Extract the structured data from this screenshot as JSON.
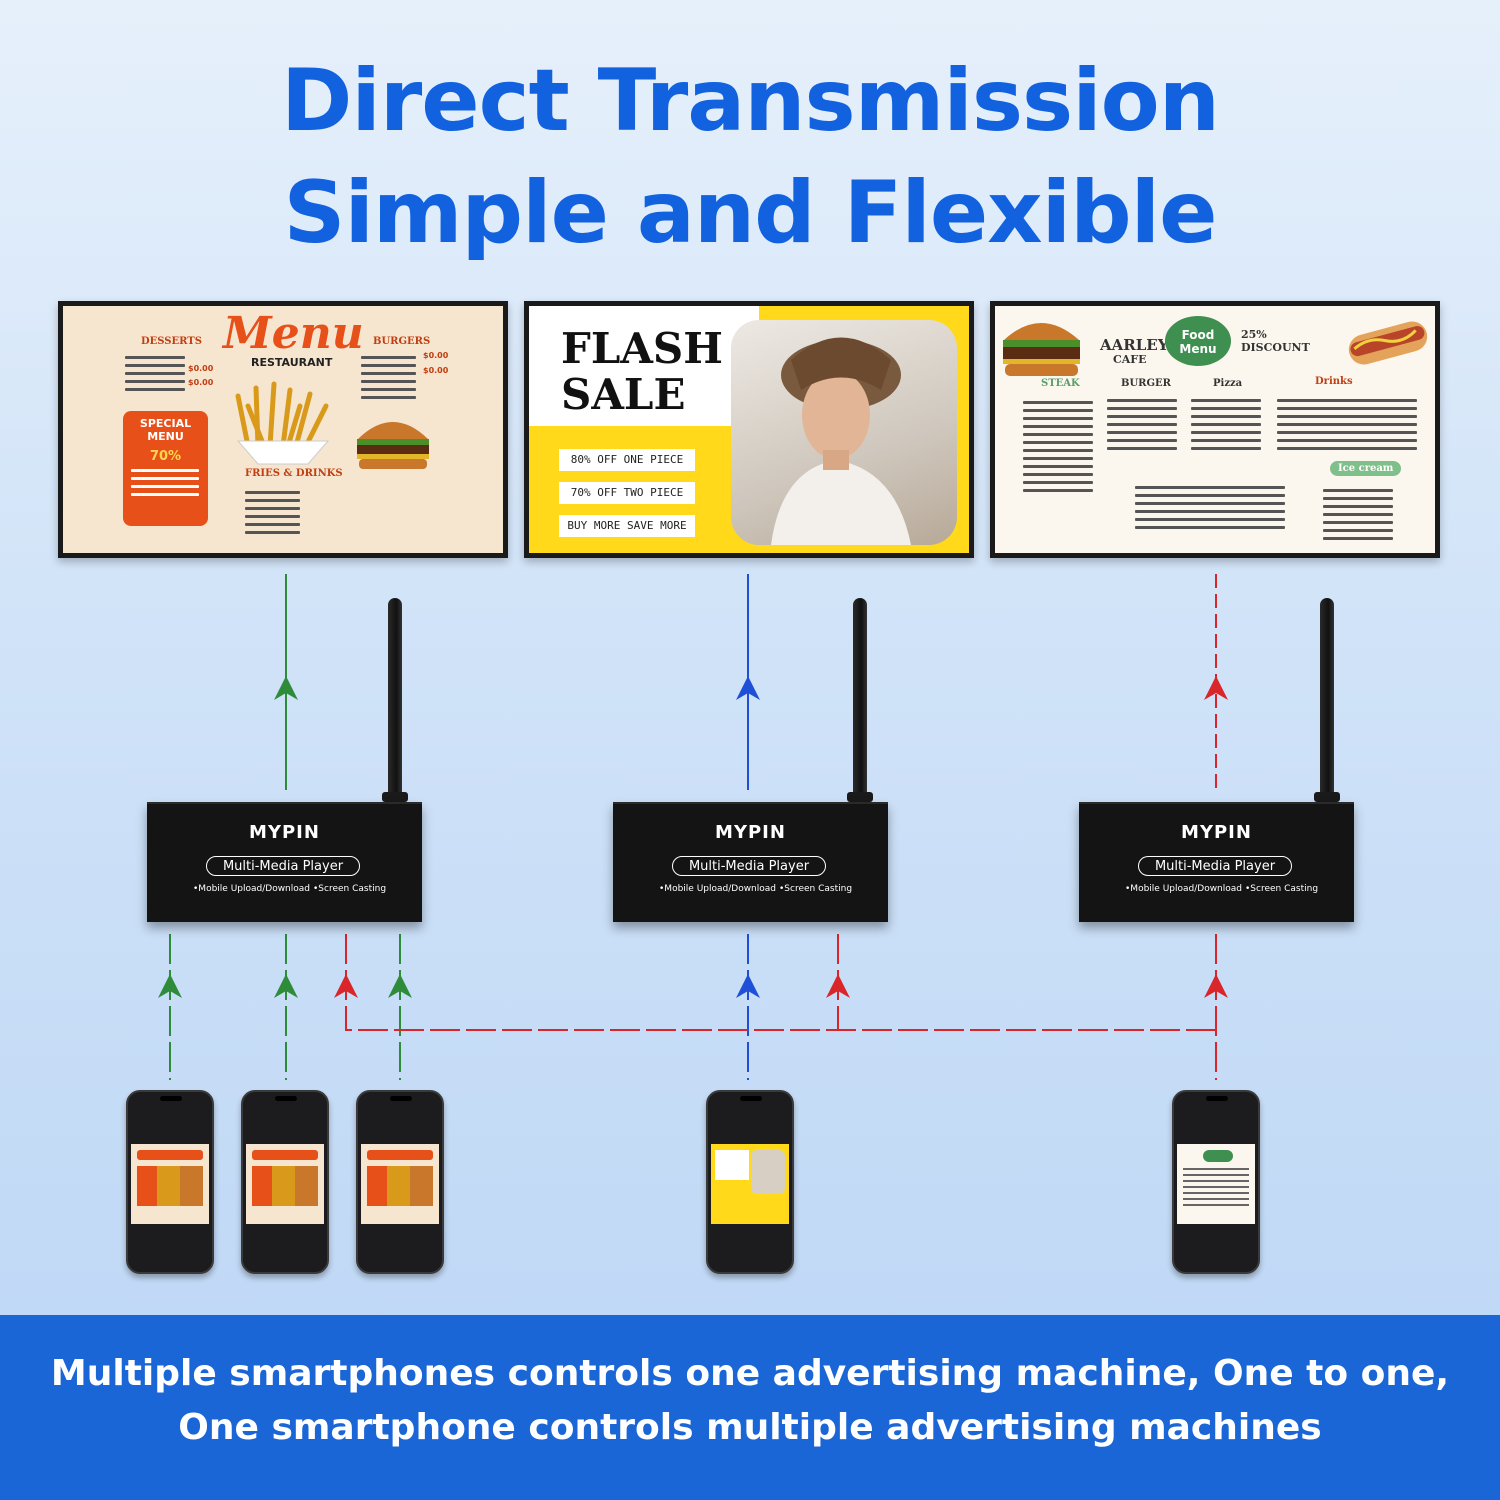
{
  "header": {
    "line1": "Direct Transmission",
    "line2": "Simple and Flexible"
  },
  "colors": {
    "title": "#1262e0",
    "green": "#2e8b3a",
    "blue": "#1f4fd6",
    "red": "#d8262a",
    "footer": "#1a66d6"
  },
  "screens": {
    "menu": {
      "title": "Menu",
      "subtitle": "RESTAURANT",
      "sections": [
        "DESSERTS",
        "BURGERS",
        "FRIES & DRINKS"
      ],
      "special": "SPECIAL MENU",
      "offer": "70%",
      "prices": [
        "$0.00",
        "$0.00",
        "$0.00",
        "$0.00"
      ]
    },
    "flash": {
      "title_line1": "FLASH",
      "title_line2": "SALE",
      "offers": [
        "80% OFF ONE PIECE",
        "70% OFF TWO PIECE",
        "BUY MORE SAVE MORE"
      ]
    },
    "cafe": {
      "name_line1": "AARLEY",
      "name_line2": "CAFE",
      "badge": "Food Menu",
      "discount": "25% DISCOUNT",
      "sections": [
        "STEAK",
        "BURGER",
        "Pizza",
        "Drinks",
        "Ice cream"
      ]
    }
  },
  "devices": [
    {
      "brand": "MYPIN",
      "label": "Multi-Media Player",
      "feature1": "•Mobile Upload/Download",
      "feature2": "•Screen Casting"
    },
    {
      "brand": "MYPIN",
      "label": "Multi-Media Player",
      "feature1": "•Mobile Upload/Download",
      "feature2": "•Screen Casting"
    },
    {
      "brand": "MYPIN",
      "label": "Multi-Media Player",
      "feature1": "•Mobile Upload/Download",
      "feature2": "•Screen Casting"
    }
  ],
  "footer": {
    "line1": "Multiple smartphones controls one advertising machine, One to one,",
    "line2": "One smartphone controls multiple advertising machines"
  }
}
